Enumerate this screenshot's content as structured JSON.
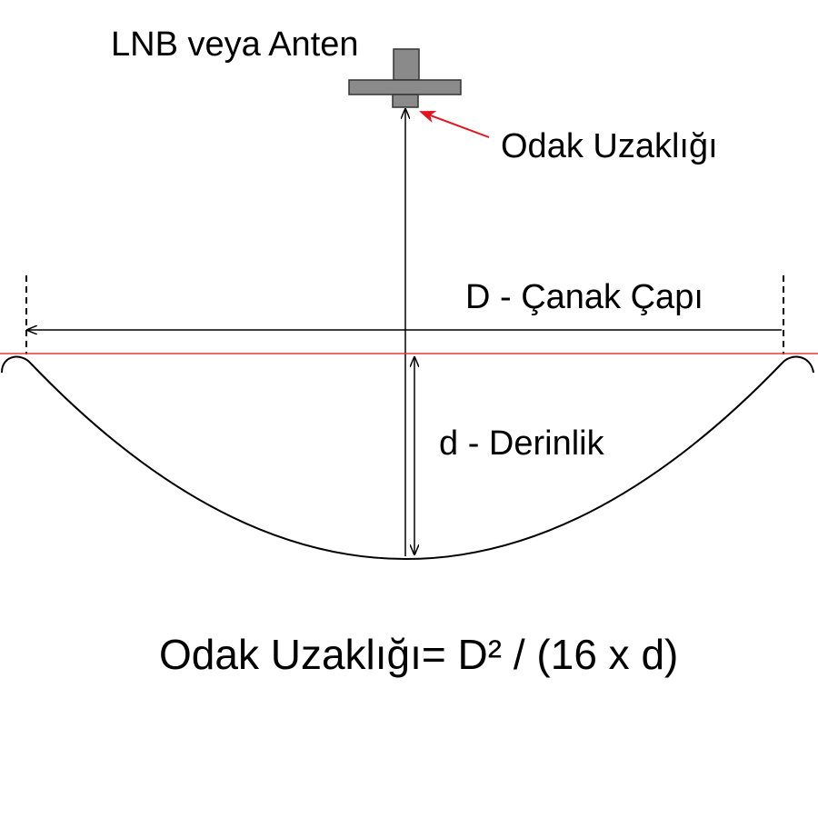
{
  "labels": {
    "lnb": "LNB veya Anten",
    "focal_length": "Odak Uzaklığı",
    "diameter": "D - Çanak Çapı",
    "depth": "d - Derinlik"
  },
  "formula": "Odak Uzaklığı= D² / (16 x d)",
  "colors": {
    "line": "#000000",
    "rim_line": "#e8393a",
    "pointer_arrow": "#e3141c",
    "lnb_body": "#8a8a8a"
  }
}
